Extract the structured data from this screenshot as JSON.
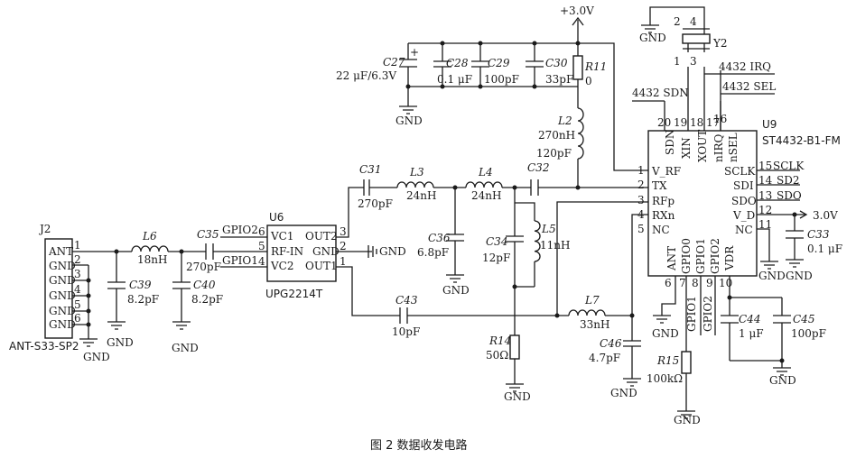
{
  "caption": "图 2   数据收发电路",
  "chips": {
    "u9": {
      "ref": "U9",
      "part": "ST4432-B1-FM",
      "left_pins": [
        {
          "num": "1",
          "name": "V_RF"
        },
        {
          "num": "2",
          "name": "TX"
        },
        {
          "num": "3",
          "name": "RFp"
        },
        {
          "num": "4",
          "name": "RXn"
        },
        {
          "num": "5",
          "name": "NC"
        }
      ],
      "top_pins": [
        {
          "num": "20",
          "name": "SDN"
        },
        {
          "num": "19",
          "name": "XIN"
        },
        {
          "num": "18",
          "name": "XOUT"
        },
        {
          "num": "17",
          "name": "nIRQ"
        },
        {
          "num": "16",
          "name": "nSEL"
        }
      ],
      "right_pins": [
        {
          "num": "15",
          "name": "SCLK"
        },
        {
          "num": "14",
          "name": "SDI"
        },
        {
          "num": "13",
          "name": "SDO"
        },
        {
          "num": "12",
          "name": "V_D"
        },
        {
          "num": "11",
          "name": "NC"
        }
      ],
      "bottom_pins": [
        {
          "num": "6",
          "name": "ANT"
        },
        {
          "num": "7",
          "name": "GPIO0"
        },
        {
          "num": "8",
          "name": "GPIO1"
        },
        {
          "num": "9",
          "name": "GPIO2"
        },
        {
          "num": "10",
          "name": "VDR"
        }
      ]
    },
    "u6": {
      "ref": "U6",
      "part": "UPG2214T",
      "left_pins": [
        {
          "num": "6",
          "name": "VC1"
        },
        {
          "num": "5",
          "name": "RF-IN"
        },
        {
          "num": "4",
          "name": "VC2"
        }
      ],
      "right_pins": [
        {
          "num": "3",
          "name": "OUT2"
        },
        {
          "num": "2",
          "name": "GND"
        },
        {
          "num": "1",
          "name": "OUT1"
        }
      ]
    },
    "j2": {
      "ref": "J2",
      "part": "ANT-S33-SP2",
      "pins": [
        {
          "num": "1",
          "name": "ANT"
        },
        {
          "num": "2",
          "name": "GND"
        },
        {
          "num": "3",
          "name": "GND"
        },
        {
          "num": "4",
          "name": "GND"
        },
        {
          "num": "5",
          "name": "GND"
        },
        {
          "num": "6",
          "name": "GND"
        }
      ]
    },
    "y2": {
      "ref": "Y2",
      "pins": [
        "1",
        "2",
        "3",
        "4"
      ]
    }
  },
  "nets": {
    "vcc": "+3.0V",
    "vd": "3.0V",
    "gnd": "GND",
    "sdn": "4432 SDN",
    "irq": "4432 IRQ",
    "sel": "4432 SEL",
    "sclk": "SCLK",
    "sd2": "SD2",
    "sdo": "SDO",
    "gpio2": "GPIO2",
    "gpio1": "GPIO1"
  },
  "components": [
    {
      "ref": "C27",
      "value": "22 μF/6.3V",
      "polarity": "+"
    },
    {
      "ref": "C28",
      "value": "0.1 μF"
    },
    {
      "ref": "C29",
      "value": "100pF"
    },
    {
      "ref": "C30",
      "value": "33pF"
    },
    {
      "ref": "R11",
      "value": "0"
    },
    {
      "ref": "L2",
      "value": "270nH"
    },
    {
      "ref": "C31",
      "value": "270pF"
    },
    {
      "ref": "L3",
      "value": "24nH"
    },
    {
      "ref": "L4",
      "value": "24nH"
    },
    {
      "ref": "C32",
      "value": "120pF"
    },
    {
      "ref": "C36",
      "value": "6.8pF"
    },
    {
      "ref": "C34",
      "value": "12pF"
    },
    {
      "ref": "L5",
      "value": "11nH"
    },
    {
      "ref": "R14",
      "value": "50Ω"
    },
    {
      "ref": "C43",
      "value": "10pF"
    },
    {
      "ref": "L7",
      "value": "33nH"
    },
    {
      "ref": "C46",
      "value": "4.7pF"
    },
    {
      "ref": "L6",
      "value": "18nH"
    },
    {
      "ref": "C35",
      "value": "270pF"
    },
    {
      "ref": "C39",
      "value": "8.2pF"
    },
    {
      "ref": "C40",
      "value": "8.2pF"
    },
    {
      "ref": "R15",
      "value": "100kΩ"
    },
    {
      "ref": "C44",
      "value": "1 μF"
    },
    {
      "ref": "C45",
      "value": "100pF"
    },
    {
      "ref": "C33",
      "value": "0.1 μF"
    }
  ]
}
